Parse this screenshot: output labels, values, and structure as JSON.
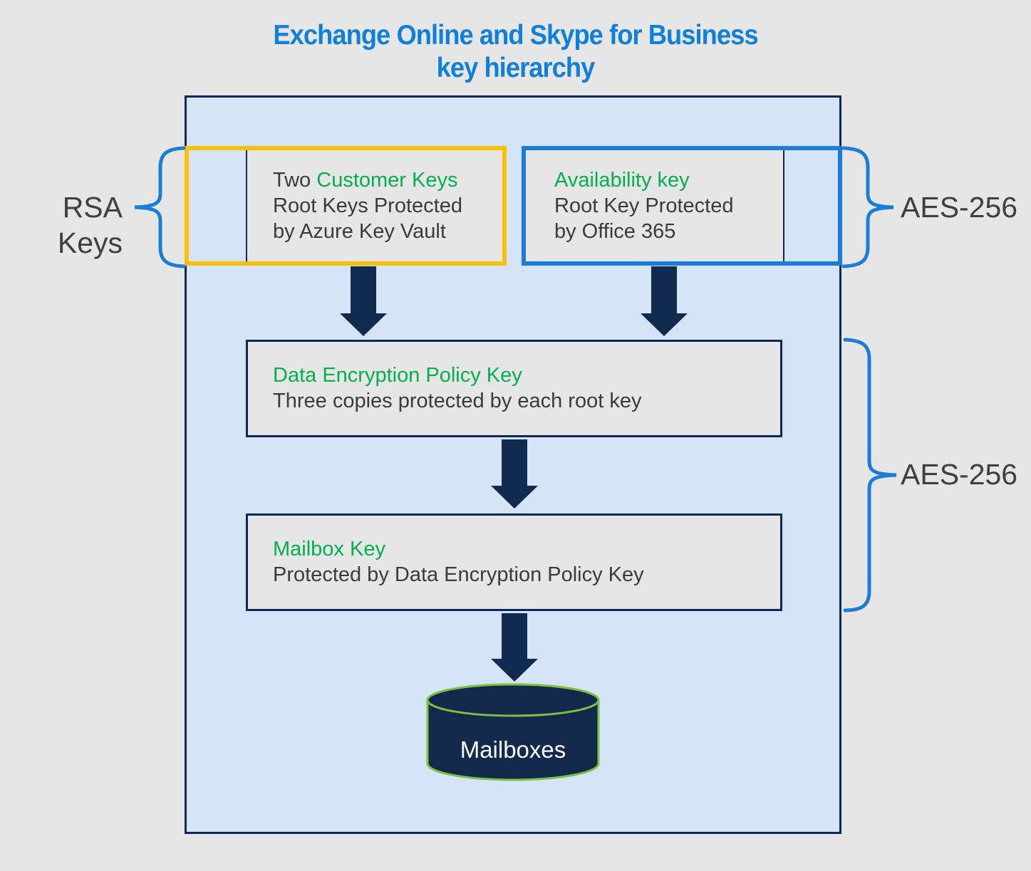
{
  "title": {
    "line1": "Exchange Online and Skype for Business",
    "line2": "key hierarchy"
  },
  "side_labels": {
    "rsa_keys": "RSA Keys",
    "aes_256_top": "AES-256",
    "aes_256_bottom": "AES-256"
  },
  "boxes": {
    "customer_keys": {
      "heading_prefix": "Two ",
      "heading": "Customer Keys",
      "line2": "Root Keys Protected",
      "line3": "by Azure Key Vault"
    },
    "availability_key": {
      "heading": "Availability key",
      "line2": "Root Key Protected",
      "line3": "by Office 365"
    },
    "data_encryption_policy_key": {
      "heading": "Data Encryption Policy Key",
      "line2": "Three copies protected by each root key"
    },
    "mailbox_key": {
      "heading": "Mailbox Key",
      "line2": "Protected by Data Encryption Policy Key"
    }
  },
  "database": {
    "label": "Mailboxes"
  },
  "colors": {
    "title_blue": "#0f80d9",
    "bracket_blue": "#1b7cd9",
    "frame_orange": "#ffc000",
    "frame_blue": "#1b7cd9",
    "heading_green": "#00b050",
    "navy": "#0d2a56",
    "arrow_navy": "#112a4e",
    "container_fill": "#d6e4fa",
    "panel_gray": "#e6e6e6",
    "page_background": "#e7e6e6",
    "cylinder_fill": "#12294b",
    "cylinder_outline_green": "#7cc142",
    "body_text": "#3b3b3b",
    "cylinder_label": "#ffffff"
  }
}
